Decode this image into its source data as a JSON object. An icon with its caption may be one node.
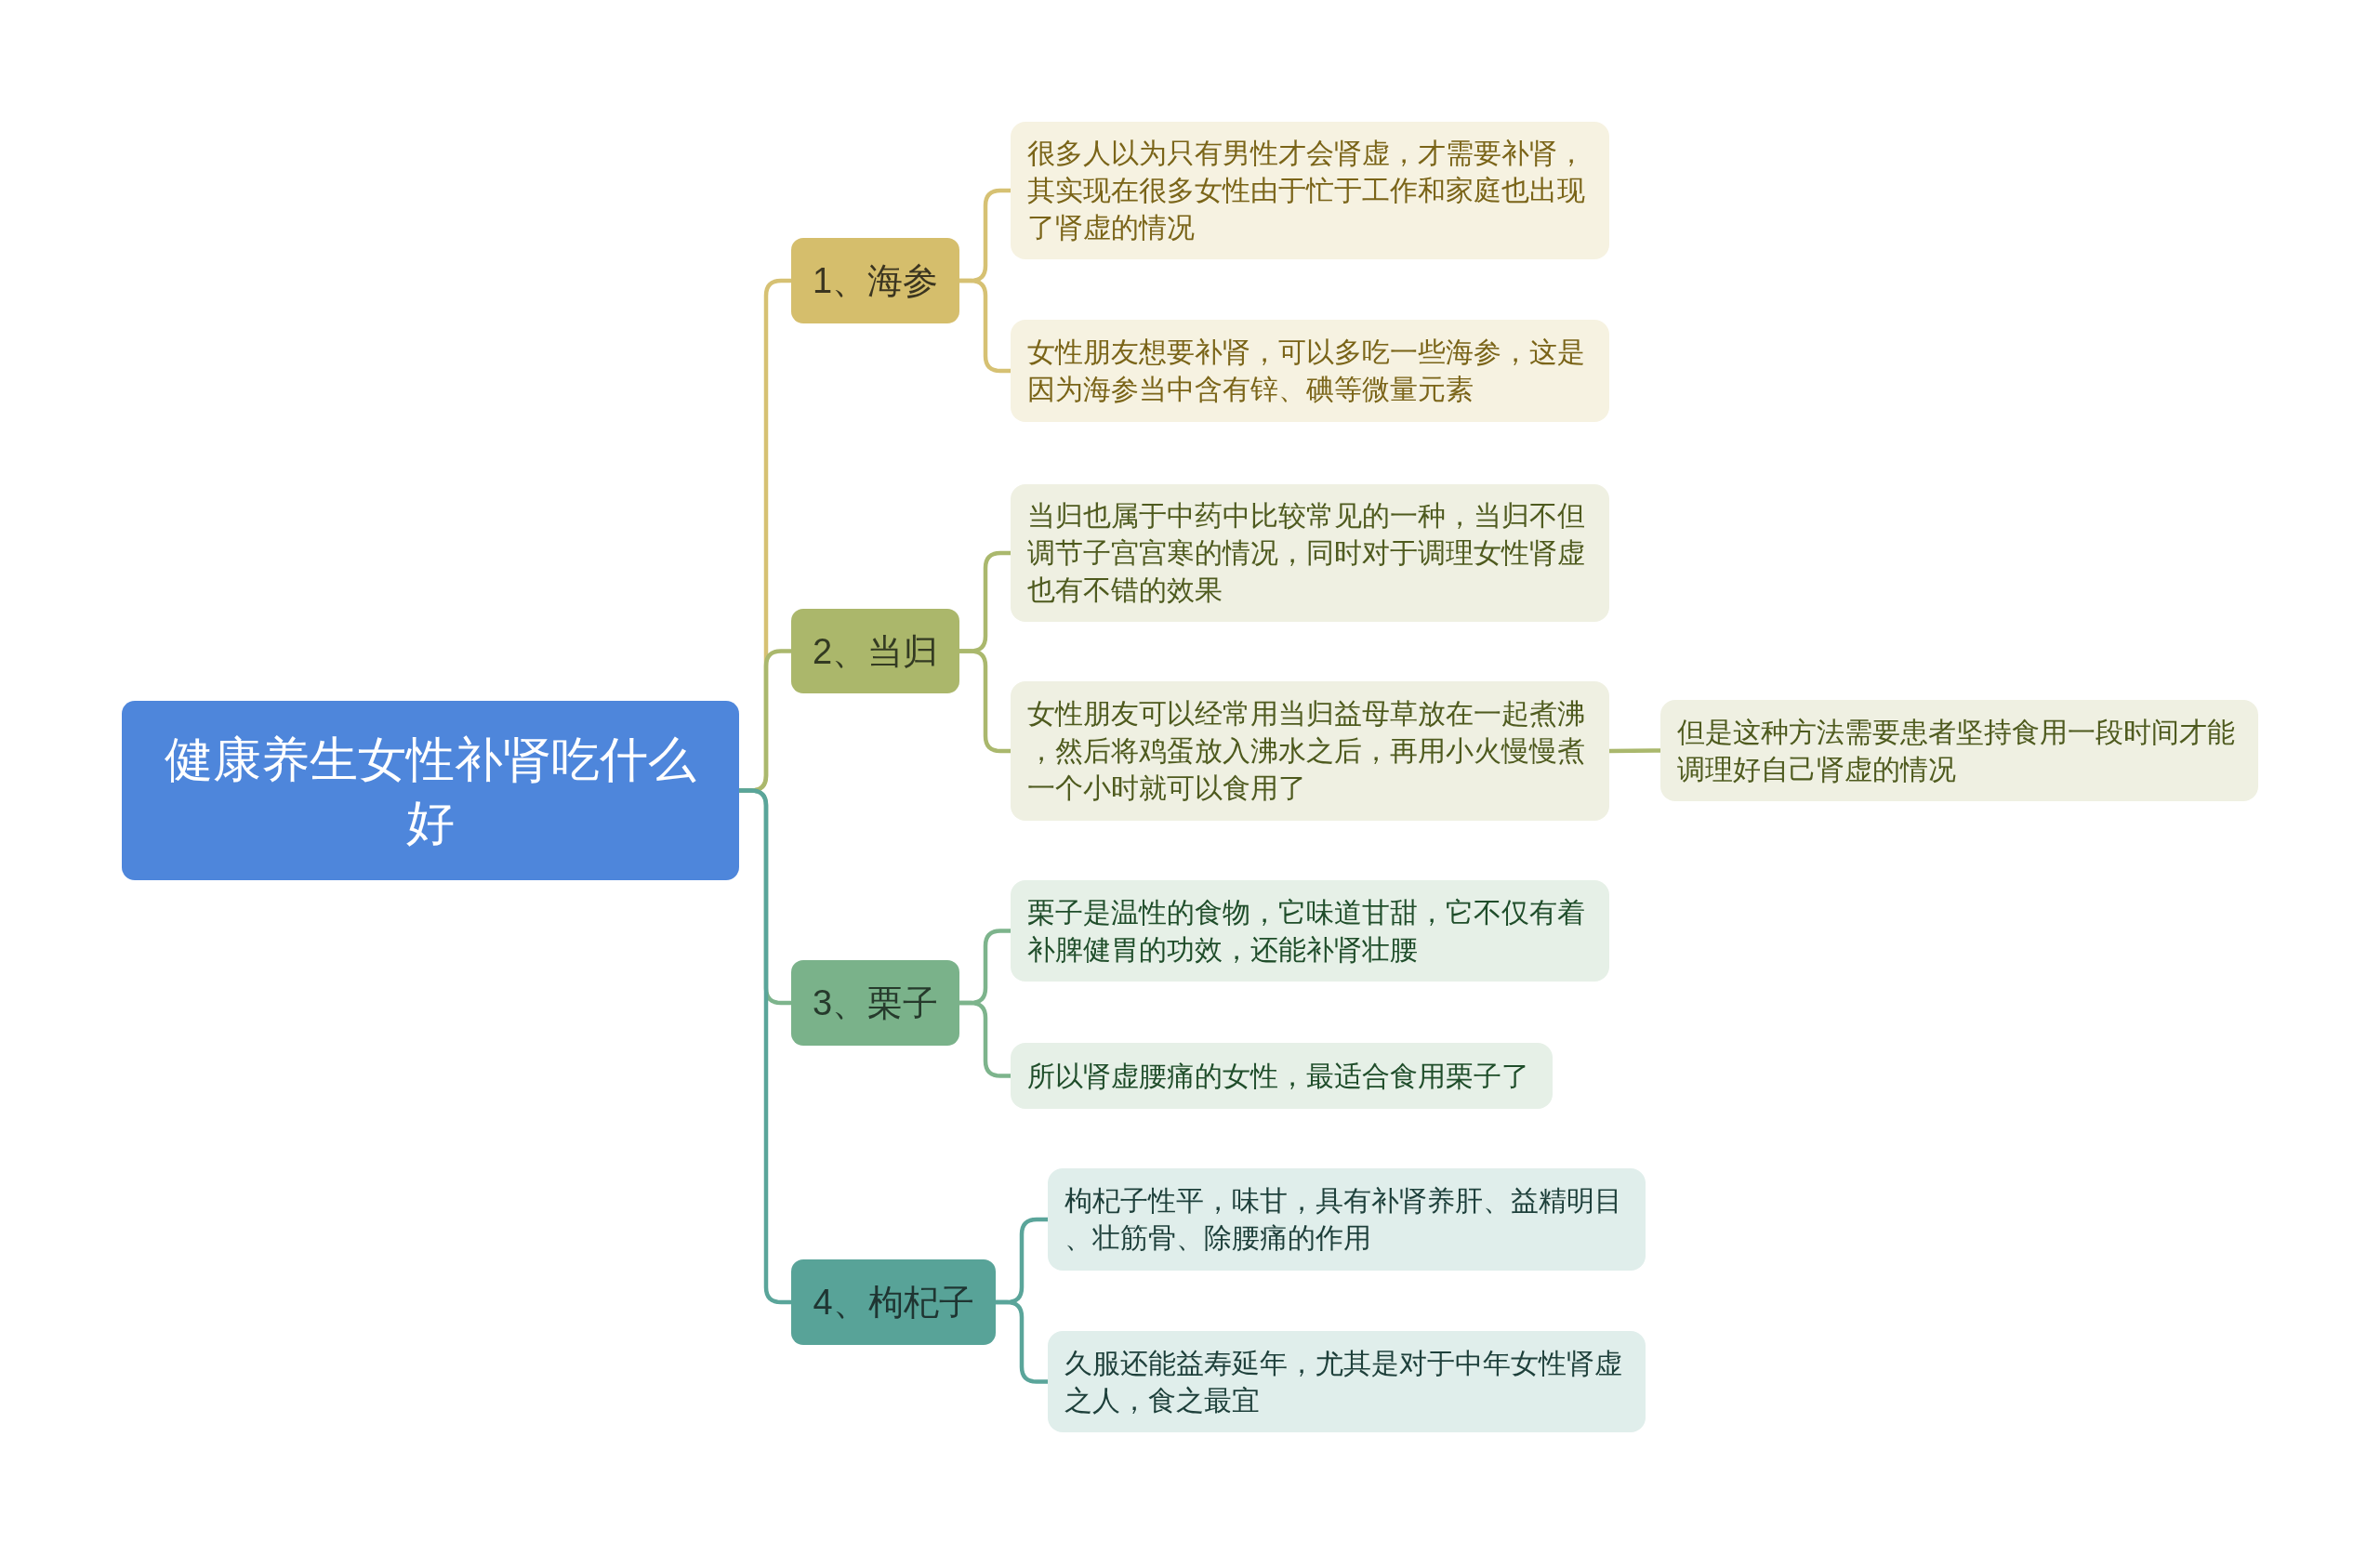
{
  "diagram": {
    "nodes": [
      {
        "text": [
          "健康养生女性补肾吃什么好"
        ]
      },
      {
        "text": [
          "1、海参"
        ]
      },
      {
        "text": [
          "很多人以为只有男性才会肾虚，才需要补肾，其实现在很多女性由于忙于工作和家庭也出现了肾虚的情况"
        ]
      },
      {
        "text": [
          "女性朋友想要补肾，可以多吃一些海参，这是因为海参当中含有锌、碘等微量元素"
        ]
      },
      {
        "text": [
          "2、当归"
        ]
      },
      {
        "text": [
          "当归也属于中药中比较常见的一种，当归不但调节子宫宫寒的情况，同时对于调理女性肾虚也有不错的效果"
        ]
      },
      {
        "text": [
          "女性朋友可以经常用当归益母草放在一起煮沸，然后将鸡蛋放入沸水之后，再用小火慢慢煮一个小时就可以食用了"
        ]
      },
      {
        "text": [
          "但是这种方法需要患者坚持食用一段时间才能调理好自己肾虚的情况"
        ]
      },
      {
        "text": [
          "3、栗子"
        ]
      },
      {
        "text": [
          "栗子是温性的食物，它味道甘甜，它不仅有着补脾健胃的功效，还能补肾壮腰"
        ]
      },
      {
        "text": [
          "所以肾虚腰痛的女性，最适合食用栗子了"
        ]
      },
      {
        "text": [
          "4、枸杞子"
        ]
      },
      {
        "text": [
          "枸杞子性平，味甘，具有补肾养肝、益精明目、壮筋骨、除腰痛的作用"
        ]
      },
      {
        "text": [
          "久服还能益寿延年，尤其是对于中年女性肾虚之人，食之最宜"
        ]
      }
    ],
    "edges": [
      {
        "from": 0,
        "to": 1,
        "arrow": "none",
        "color": "#d6c173"
      },
      {
        "from": 1,
        "to": 2,
        "arrow": "none",
        "color": "#d6c173"
      },
      {
        "from": 1,
        "to": 3,
        "arrow": "none",
        "color": "#d6c173"
      },
      {
        "from": 0,
        "to": 4,
        "arrow": "none",
        "color": "#aab86d"
      },
      {
        "from": 4,
        "to": 5,
        "arrow": "none",
        "color": "#aab86d"
      },
      {
        "from": 4,
        "to": 6,
        "arrow": "none",
        "color": "#aab86d"
      },
      {
        "from": 6,
        "to": 7,
        "arrow": "none",
        "color": "#aab86d"
      },
      {
        "from": 0,
        "to": 8,
        "arrow": "none",
        "color": "#7db48c"
      },
      {
        "from": 8,
        "to": 9,
        "arrow": "none",
        "color": "#7db48c"
      },
      {
        "from": 8,
        "to": 10,
        "arrow": "none",
        "color": "#7db48c"
      },
      {
        "from": 0,
        "to": 11,
        "arrow": "none",
        "color": "#5aa59a"
      },
      {
        "from": 11,
        "to": 12,
        "arrow": "none",
        "color": "#5aa59a"
      },
      {
        "from": 11,
        "to": 13,
        "arrow": "none",
        "color": "#5aa59a"
      }
    ]
  }
}
